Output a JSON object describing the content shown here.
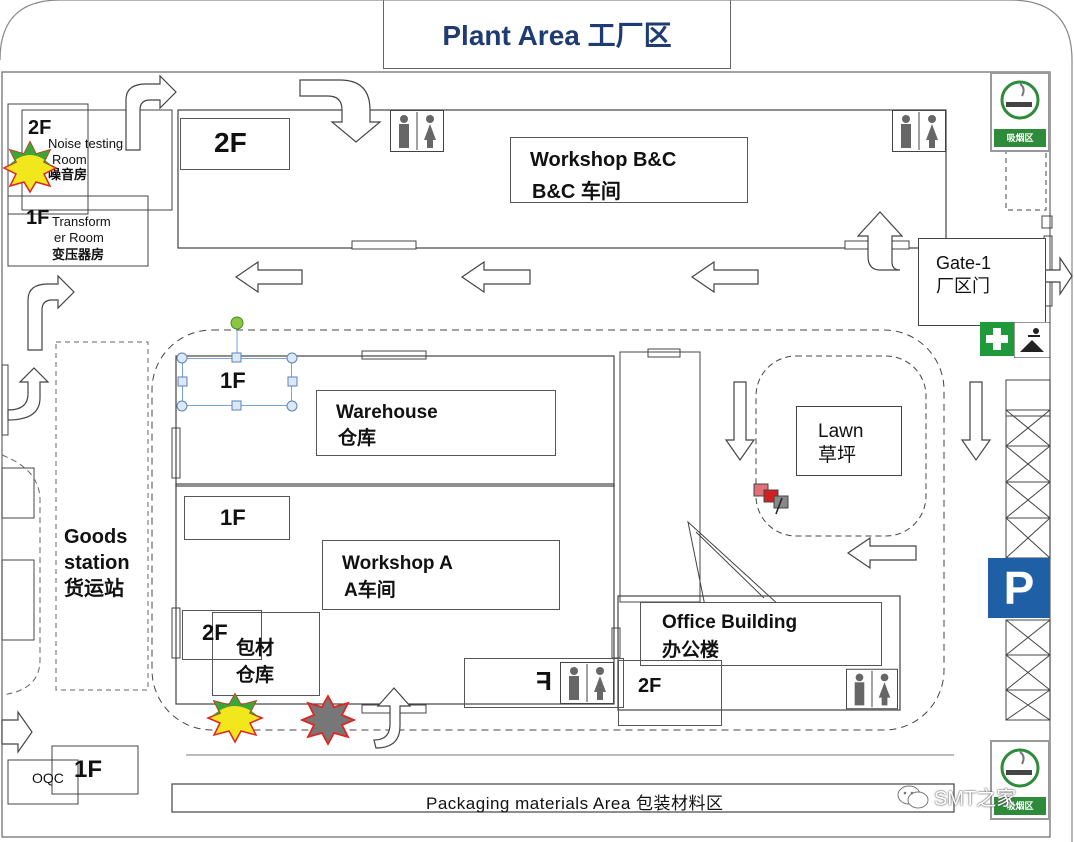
{
  "title": "Plant Area 工厂区",
  "labels": {
    "f2_top": "2F",
    "noise_2f": "2F",
    "noise_room_en1": "Noise testing",
    "noise_room_en2": "Room",
    "noise_room_cn": "噪音房",
    "transformer_1f": "1F",
    "transformer_en1": "Transform",
    "transformer_en2": "er Room",
    "transformer_cn": "变压器房",
    "workshop_bc_en": "Workshop  B&C",
    "workshop_bc_cn": "B&C 车间",
    "gate_en": "Gate-1",
    "gate_cn": "厂区门",
    "warehouse_1f": "1F",
    "warehouse_en": "Warehouse",
    "warehouse_cn": "仓库",
    "lawn_en": "Lawn",
    "lawn_cn": "草坪",
    "workshop_a_1f": "1F",
    "workshop_a_en": "Workshop  A",
    "workshop_a_cn": "A车间",
    "goods_en1": "Goods",
    "goods_en2": "station",
    "goods_cn": "货运站",
    "packing_2f": "2F",
    "packing_cn1": "包材",
    "packing_cn2": "仓库",
    "office_en": "Office Building",
    "office_cn": "办公楼",
    "office_2f": "2F",
    "f_mirror": "F",
    "oqc_label": "OQC",
    "oqc_1f": "1F",
    "packaging_area": "Packaging materials Area 包装材料区",
    "parking": "P",
    "watermark": "SMT之家",
    "smoking_top": "吸烟区",
    "smoking_bottom": "吸烟区"
  },
  "colors": {
    "title": "#1f3b73",
    "parking_bg": "#1f5fa6",
    "first_aid": "#1f9a3a",
    "smoking_green": "#2e8b3a",
    "star_green": "#3aa635",
    "star_yellow": "#f2e61c",
    "star_red": "#e02424",
    "star_gray": "#777777"
  },
  "icons": [
    "toilet-icon",
    "smoking-area-icon",
    "first-aid-icon",
    "evacuation-icon",
    "parking-icon",
    "assembly-point-star-icon",
    "flag-icon",
    "wechat-icon"
  ]
}
